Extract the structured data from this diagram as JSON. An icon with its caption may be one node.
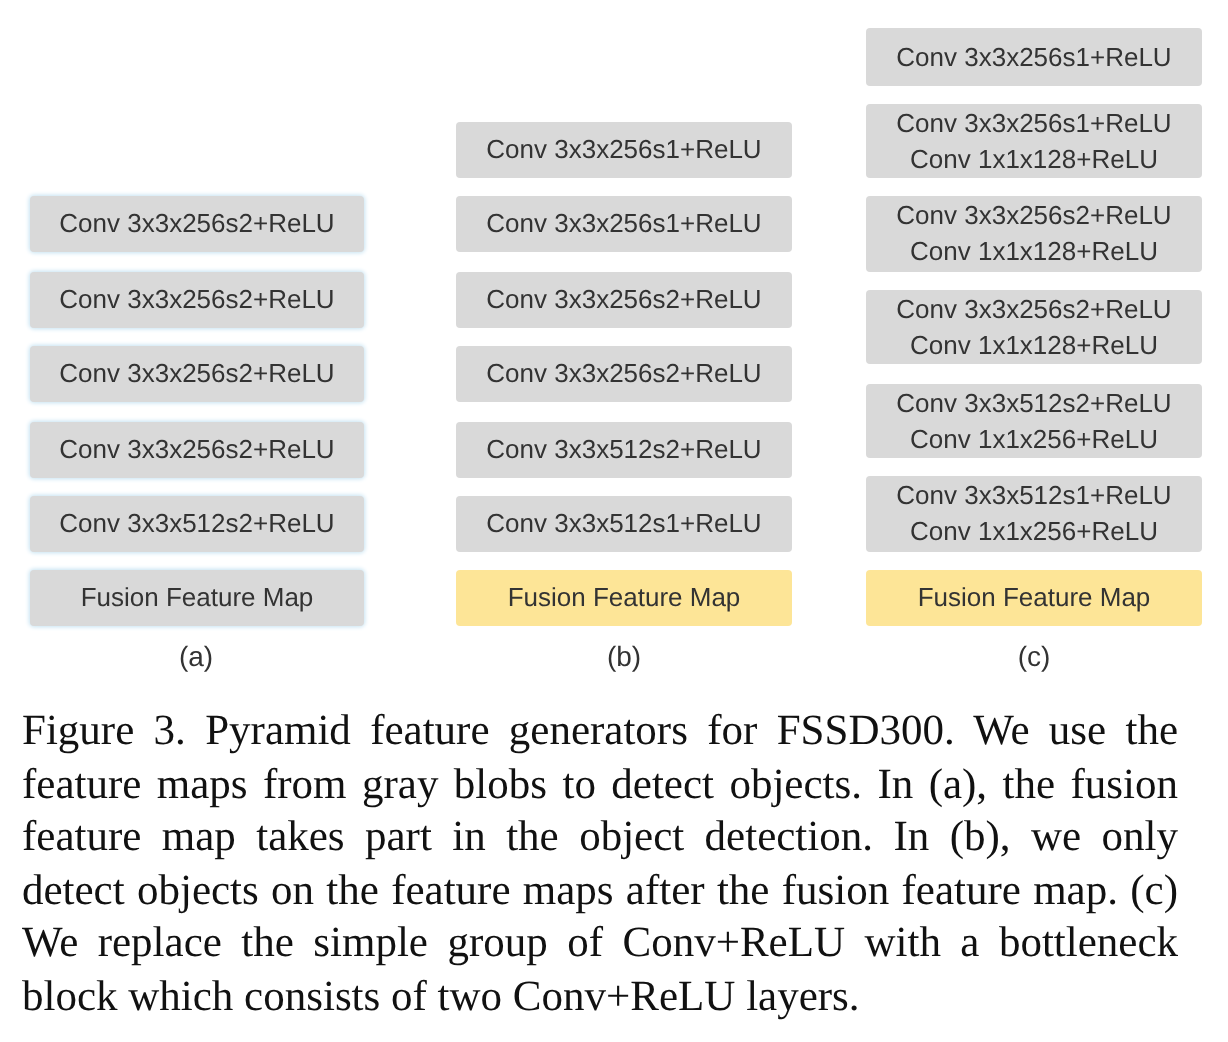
{
  "diagram": {
    "caption": "Figure 3. Pyramid feature generators for FSSD300. We use the feature maps from gray blobs to detect objects. In (a), the fusion feature map takes part in the object detection. In (b), we only detect objects on the feature maps after the fusion feature map. (c) We replace the simple group of Conv+ReLU with a bottleneck block which consists of two Conv+ReLU layers.",
    "nodes": [
      {
        "text": [
          "Conv 3x3x256s2+ReLU"
        ]
      },
      {
        "text": [
          "Conv 3x3x256s2+ReLU"
        ]
      },
      {
        "text": [
          "Conv 3x3x256s2+ReLU"
        ]
      },
      {
        "text": [
          "Conv 3x3x256s2+ReLU"
        ]
      },
      {
        "text": [
          "Conv 3x3x512s2+ReLU"
        ]
      },
      {
        "text": [
          "Fusion Feature Map"
        ]
      },
      {
        "text": [
          "Conv 3x3x256s1+ReLU"
        ]
      },
      {
        "text": [
          "Conv 3x3x256s1+ReLU"
        ]
      },
      {
        "text": [
          "Conv 3x3x256s2+ReLU"
        ]
      },
      {
        "text": [
          "Conv 3x3x256s2+ReLU"
        ]
      },
      {
        "text": [
          "Conv 3x3x512s2+ReLU"
        ]
      },
      {
        "text": [
          "Conv 3x3x512s1+ReLU"
        ]
      },
      {
        "text": [
          "Fusion Feature Map"
        ]
      },
      {
        "text": [
          "Conv 3x3x256s1+ReLU"
        ]
      },
      {
        "text": [
          "Conv 3x3x256s1+ReLU",
          "Conv 1x1x128+ReLU"
        ]
      },
      {
        "text": [
          "Conv 3x3x256s2+ReLU",
          "Conv 1x1x128+ReLU"
        ]
      },
      {
        "text": [
          "Conv 3x3x256s2+ReLU",
          "Conv 1x1x128+ReLU"
        ]
      },
      {
        "text": [
          "Conv 3x3x512s2+ReLU",
          "Conv 1x1x256+ReLU"
        ]
      },
      {
        "text": [
          "Conv 3x3x512s1+ReLU",
          "Conv 1x1x256+ReLU"
        ]
      },
      {
        "text": [
          "Fusion Feature Map"
        ]
      }
    ],
    "labels": [
      "(a)",
      "(b)",
      "(c)"
    ]
  }
}
